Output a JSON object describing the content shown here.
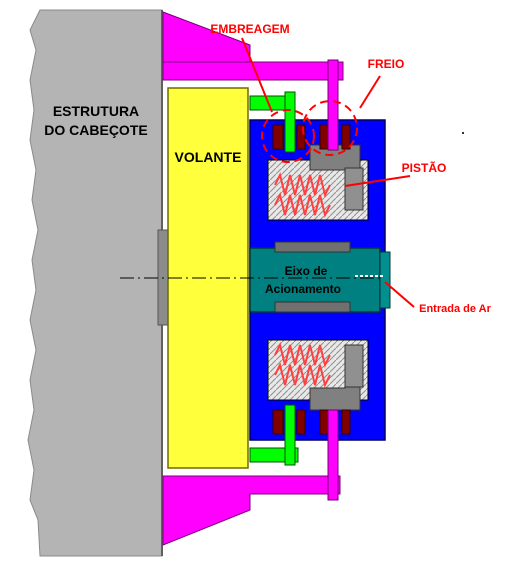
{
  "diagram": {
    "labels": {
      "estrutura_line1": "ESTRUTURA",
      "estrutura_line2": "DO CABEÇOTE",
      "volante": "VOLANTE",
      "eixo_line1": "Eixo de",
      "eixo_line2": "Acionamento",
      "embreagem": "EMBREAGEM",
      "freio": "FREIO",
      "pistao": "PISTÃO",
      "entrada_ar": "Entrada de Ar"
    },
    "colors": {
      "structure": "#b4b4b4",
      "flange": "#ff00ff",
      "flywheel": "#ffff3c",
      "housing": "#0000ff",
      "shaft": "#008080",
      "clutch_arm": "#00ff00",
      "friction_disc": "#800000",
      "spring": "#ff4040",
      "piston": "#808080",
      "callout": "#ff0000"
    }
  }
}
